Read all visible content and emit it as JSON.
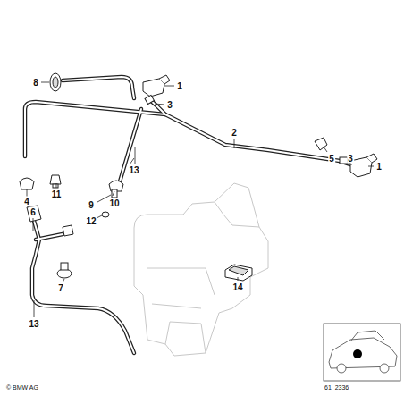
{
  "diagram": {
    "labels": [
      "8",
      "1",
      "3",
      "2",
      "13",
      "4",
      "11",
      "5",
      "3",
      "1",
      "10",
      "9",
      "6",
      "12",
      "7",
      "13",
      "14",
      "© BMW AG",
      "61_2336"
    ]
  }
}
